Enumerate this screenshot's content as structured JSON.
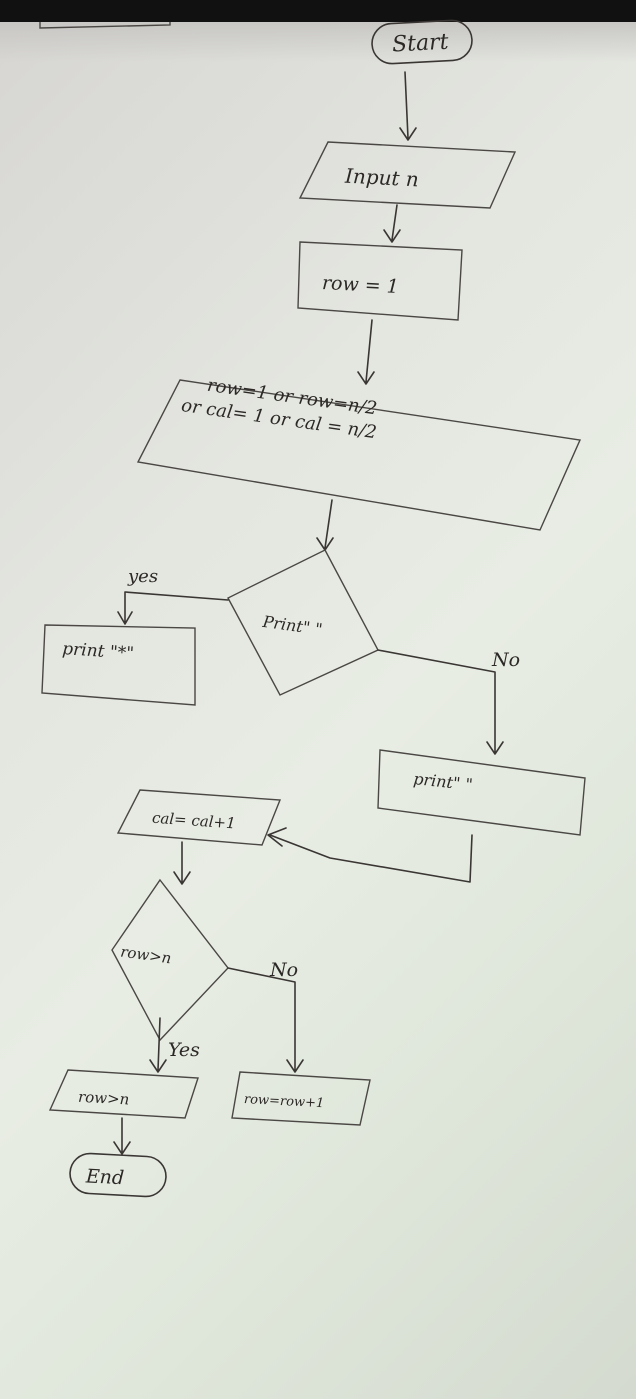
{
  "diagram": {
    "start": "Start",
    "input": "Input n",
    "init": "row = 1",
    "condition_line1": "row=1 or row=n/2",
    "condition_line2": "or cal= 1 or cal = n/2",
    "decision1": "Print\" \"",
    "yes1": "yes",
    "no1": "No",
    "print_star": "print \"*\"",
    "print_space": "print\" \"",
    "increment_col": "cal= cal+1",
    "decision2": "row>n",
    "yes2": "Yes",
    "no2": "No",
    "result_yes": "row>n",
    "increment_row": "row=row+1",
    "end": "End"
  }
}
